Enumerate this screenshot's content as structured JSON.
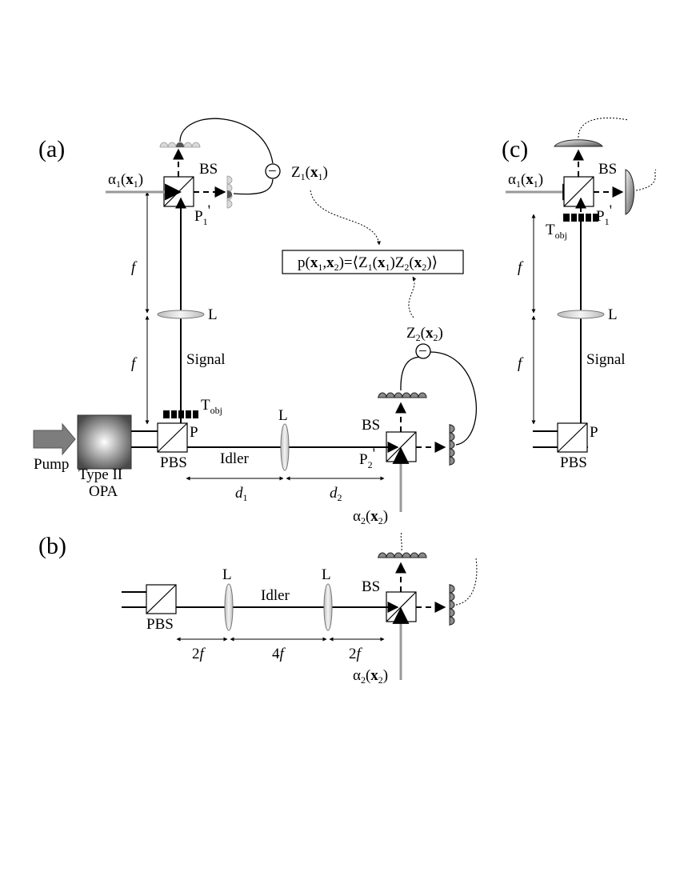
{
  "panels": {
    "a": "(a)",
    "b": "(b)",
    "c": "(c)"
  },
  "labels": {
    "bs": "BS",
    "l": "L",
    "signal": "Signal",
    "idler": "Idler",
    "pbs": "PBS",
    "p": "P",
    "pump": "Pump",
    "opa_line1": "Type II",
    "opa_line2": "OPA",
    "f": "f",
    "two_f_num": "2",
    "four_f_num": "4",
    "d": "d",
    "sub1": "1",
    "sub2": "2",
    "t": "T",
    "obj": "obj",
    "p1prime": "P",
    "prime": "'",
    "alpha": "α",
    "z": "Z",
    "x": "x",
    "minus": "−",
    "corr_left": "p(",
    "corr_comma": ",",
    "corr_mid": ")=⟨",
    "corr_paren_open": "(",
    "corr_paren_close": ")",
    "corr_right": ")⟩"
  },
  "colors": {
    "beam": "#000000",
    "local_oscillator": "#999999",
    "detector_fill": "#8c8c8c",
    "detector_light": "#d9d9d9",
    "lens_fill": "#dddddd",
    "pump_arrow": "#7d7d7d"
  }
}
